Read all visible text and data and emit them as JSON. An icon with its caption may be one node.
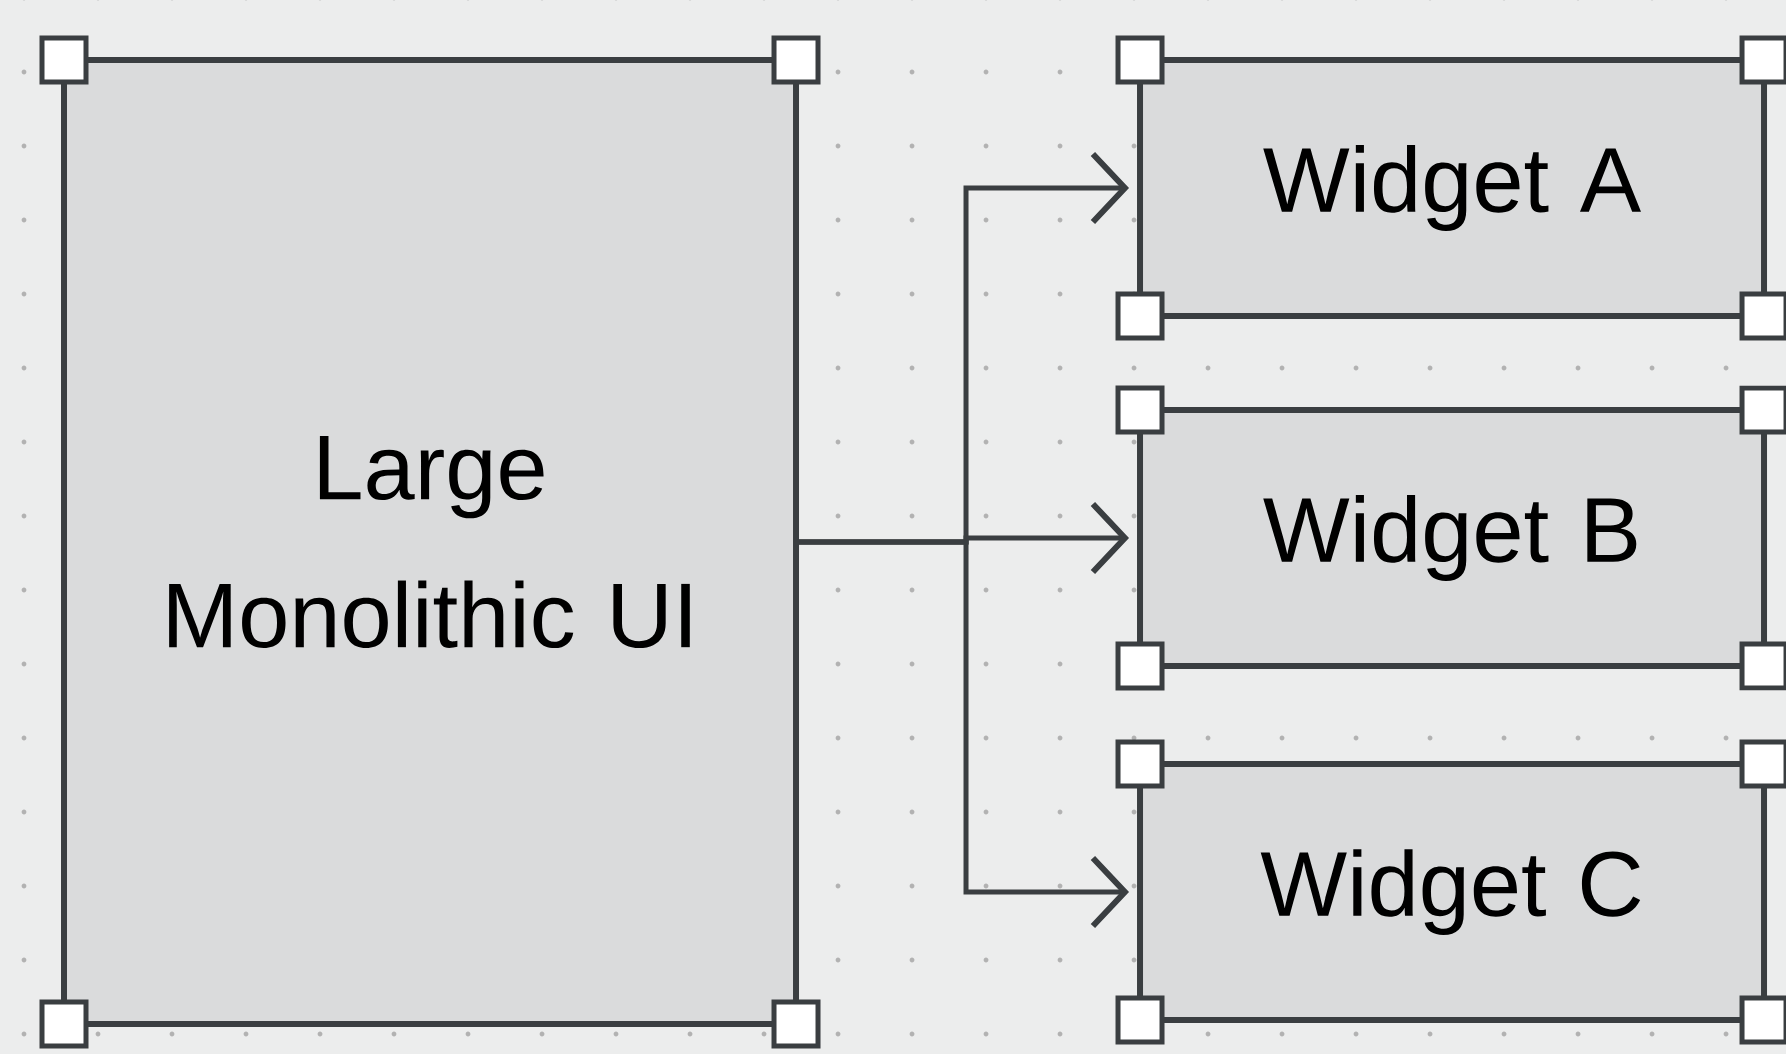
{
  "diagram": {
    "nodes": [
      {
        "text": [
          "Large Monolithic UI"
        ]
      },
      {
        "text": [
          "Widget A"
        ]
      },
      {
        "text": [
          "Widget B"
        ]
      },
      {
        "text": [
          "Widget C"
        ]
      }
    ],
    "edges": [
      {
        "from": 0,
        "to": 1,
        "arrow": "to"
      },
      {
        "from": 0,
        "to": 2,
        "arrow": "to"
      },
      {
        "from": 0,
        "to": 3,
        "arrow": "to"
      }
    ]
  }
}
